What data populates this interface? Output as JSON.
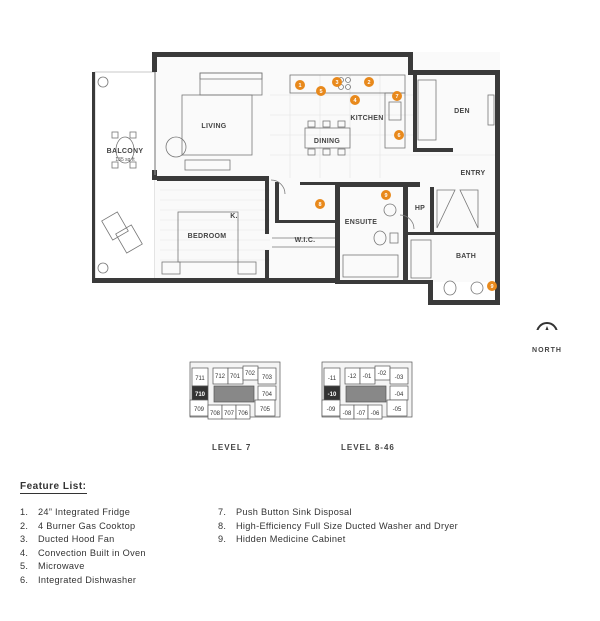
{
  "rooms": {
    "balcony": "BALCONY",
    "balcony_area": "135 sq ft",
    "living": "LIVING",
    "kitchen": "KITCHEN",
    "dining": "DINING",
    "den": "DEN",
    "entry": "ENTRY",
    "bedroom": "BEDROOM",
    "wic": "W.I.C.",
    "ensuite": "ENSUITE",
    "hp": "HP",
    "bath": "BATH",
    "k_mark": "K."
  },
  "badges": [
    "1",
    "2",
    "3",
    "4",
    "5",
    "6",
    "7",
    "8",
    "9"
  ],
  "badge_color": "#E8891C",
  "wall_color": "#3a3a3a",
  "north_label": "NORTH",
  "key_plans": {
    "level7": {
      "label": "LEVEL 7",
      "units": [
        "711",
        "712",
        "701",
        "702",
        "703",
        "710",
        "704",
        "709",
        "708",
        "707",
        "706",
        "705"
      ],
      "highlight": "710"
    },
    "level8": {
      "label": "LEVEL 8-46",
      "units": [
        "-11",
        "-12",
        "-01",
        "-02",
        "-03",
        "-10",
        "-04",
        "-09",
        "-08",
        "-07",
        "-06",
        "-05"
      ],
      "highlight": "-10"
    }
  },
  "features": {
    "title": "Feature List:",
    "col1": [
      {
        "num": "1.",
        "text": "24” Integrated Fridge"
      },
      {
        "num": "2.",
        "text": "4 Burner Gas Cooktop"
      },
      {
        "num": "3.",
        "text": "Ducted Hood Fan"
      },
      {
        "num": "4.",
        "text": "Convection Built in Oven"
      },
      {
        "num": "5.",
        "text": "Microwave"
      },
      {
        "num": "6.",
        "text": "Integrated Dishwasher"
      }
    ],
    "col2": [
      {
        "num": "7.",
        "text": "Push Button Sink Disposal"
      },
      {
        "num": "8.",
        "text": "High-Efficiency Full Size Ducted Washer and Dryer"
      },
      {
        "num": "9.",
        "text": "Hidden Medicine Cabinet"
      }
    ]
  }
}
